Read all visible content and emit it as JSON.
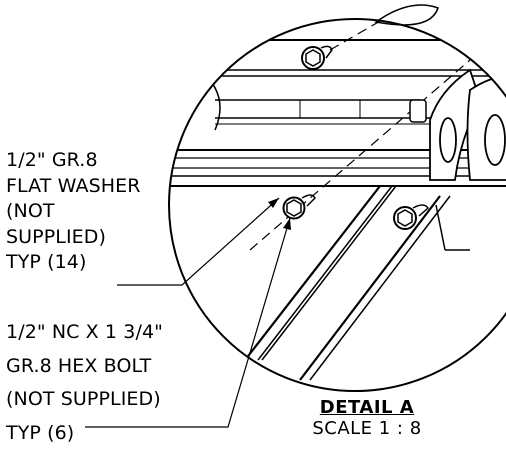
{
  "callouts": {
    "washer": {
      "lines": [
        "1/2\" GR.8",
        "FLAT WASHER",
        "(NOT",
        "SUPPLIED)",
        "TYP (14)"
      ]
    },
    "bolt": {
      "lines": [
        "1/2\" NC X 1 3/4\"",
        "GR.8 HEX BOLT",
        "(NOT SUPPLIED)",
        "TYP (6)"
      ]
    }
  },
  "detail": {
    "title": "DETAIL A",
    "scale": "SCALE 1 : 8"
  }
}
